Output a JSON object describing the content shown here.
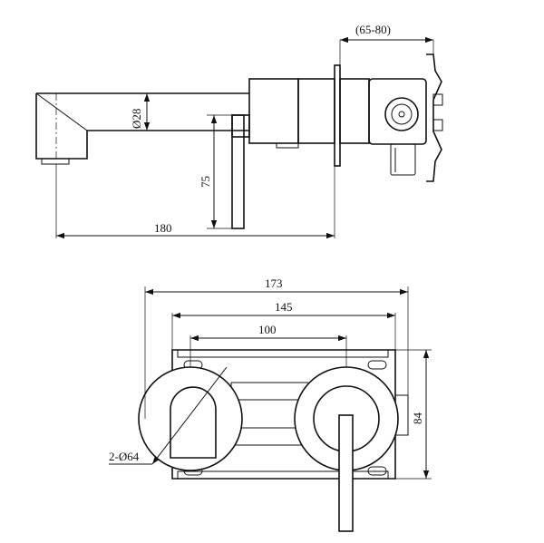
{
  "top_view": {
    "dim_depth_range": "(65-80)",
    "dim_diameter": "Ø28",
    "dim_height": "75",
    "dim_length": "180"
  },
  "front_view": {
    "dim_overall_width": "173",
    "dim_plate_width": "145",
    "dim_center_distance": "100",
    "dim_plate_height": "84",
    "dim_cover_diameter": "2-Ø64"
  },
  "colors": {
    "line": "#111111",
    "background": "#ffffff"
  }
}
